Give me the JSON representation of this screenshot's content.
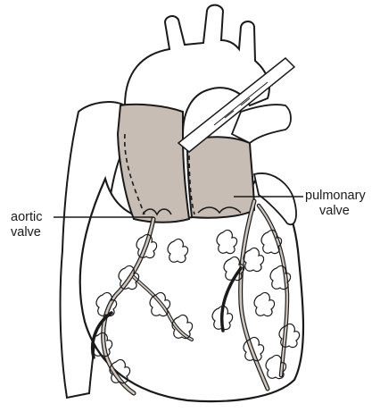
{
  "labels": {
    "aortic_valve": [
      "aortic",
      "valve"
    ],
    "pulmonary_valve": [
      "pulmonary",
      "valve"
    ]
  },
  "colors": {
    "outline": "#1a1a1a",
    "shaded_vessel": "#c8bdb4",
    "vessel_fill": "#cfc5bd",
    "background": "#ffffff"
  }
}
